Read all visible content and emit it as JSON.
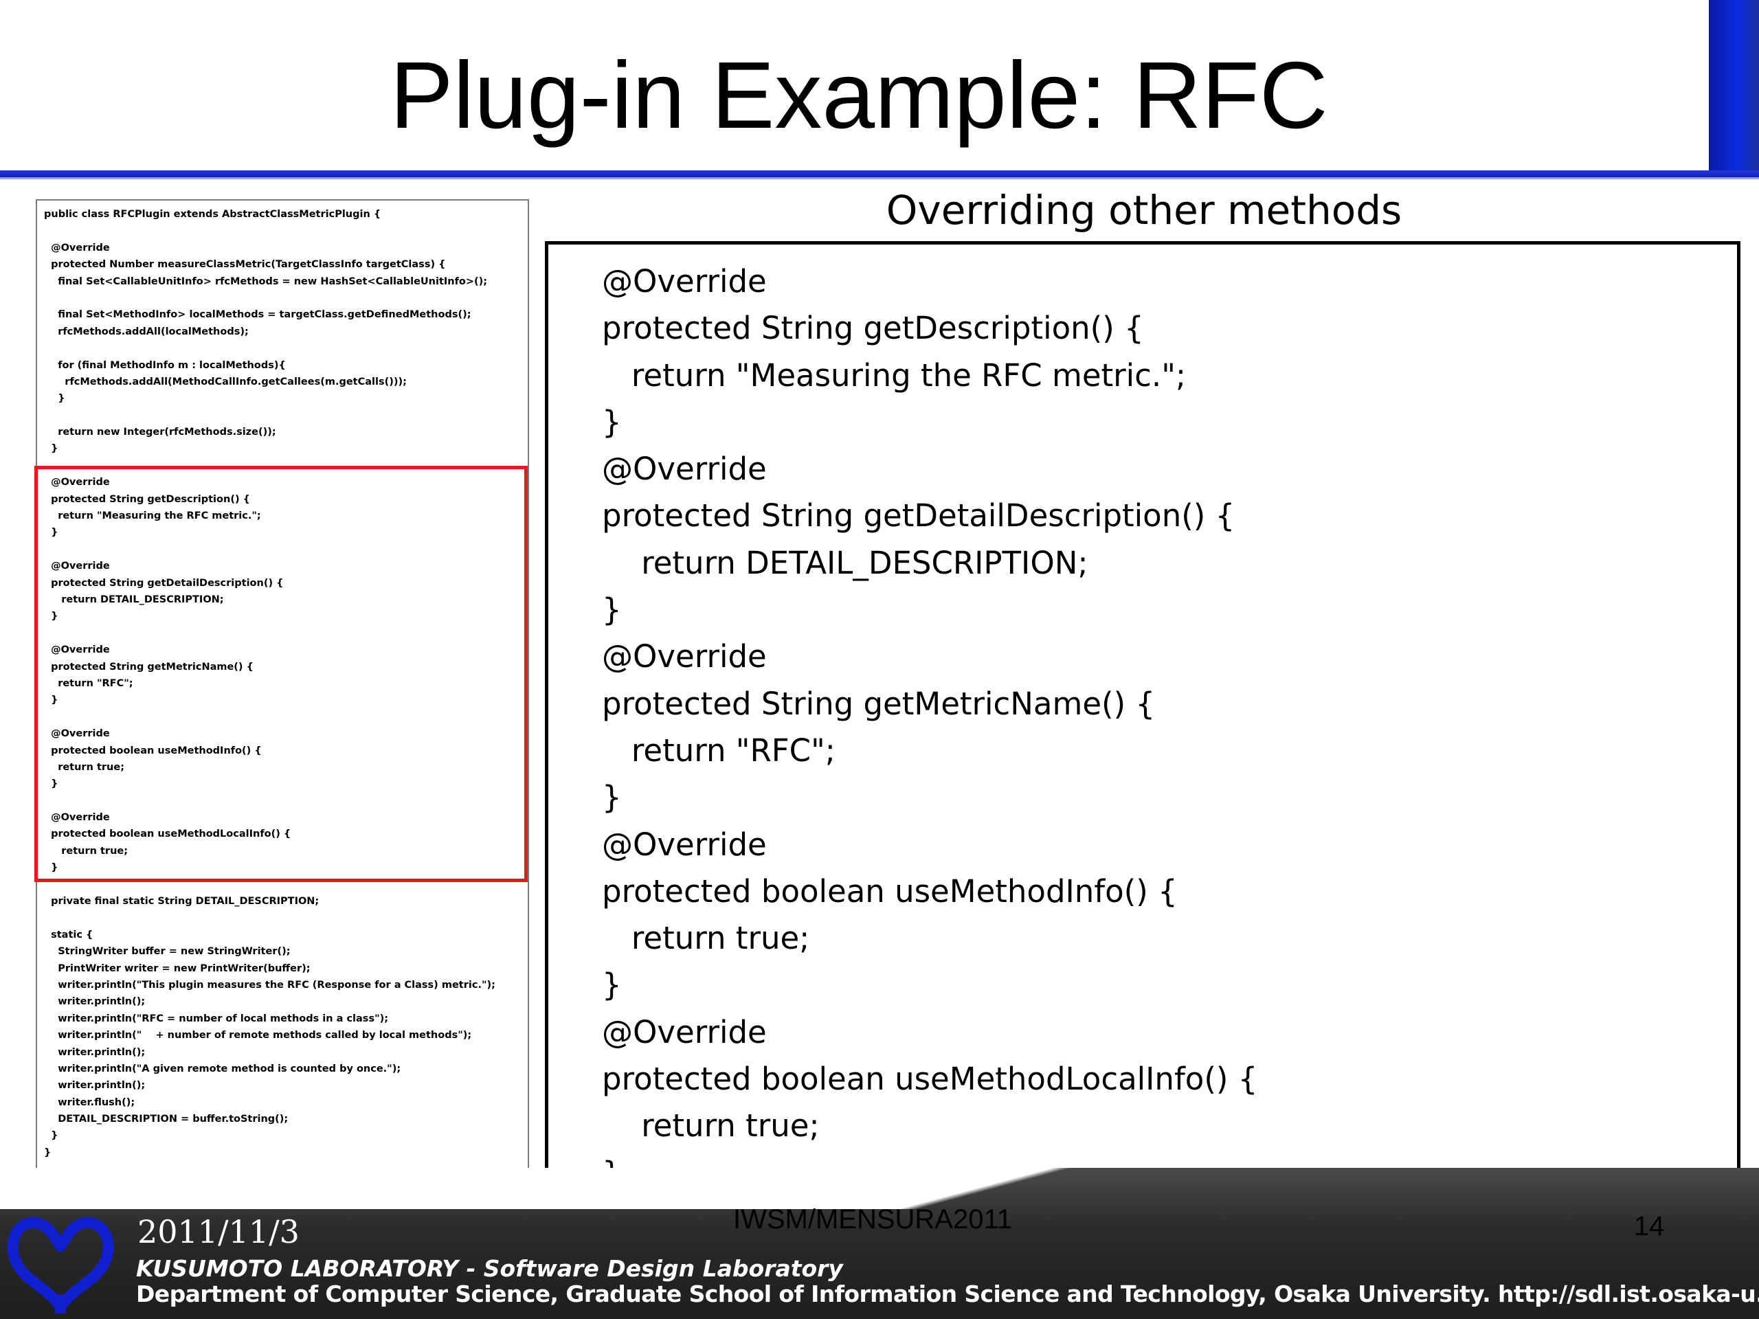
{
  "slide": {
    "title": "Plug-in Example: RFC",
    "heading": "Overriding other methods",
    "date": "2011/11/3",
    "conference": "IWSM/MENSURA2011",
    "page_number": "14",
    "lab": "KUSUMOTO LABORATORY - Software Design Laboratory",
    "department": "Department of Computer Science, Graduate School of Information Science and Technology, Osaka University.  http://sdl.ist.osaka-u.ac.jp/"
  },
  "full_code": [
    "public class RFCPlugin extends AbstractClassMetricPlugin {",
    "",
    "  @Override",
    "  protected Number measureClassMetric(TargetClassInfo targetClass) {",
    "    final Set<CallableUnitInfo> rfcMethods = new HashSet<CallableUnitInfo>();",
    "",
    "    final Set<MethodInfo> localMethods = targetClass.getDefinedMethods();",
    "    rfcMethods.addAll(localMethods);",
    "",
    "    for (final MethodInfo m : localMethods){",
    "      rfcMethods.addAll(MethodCallInfo.getCallees(m.getCalls()));",
    "    }",
    "",
    "    return new Integer(rfcMethods.size());",
    "  }",
    "",
    "  @Override",
    "  protected String getDescription() {",
    "    return \"Measuring the RFC metric.\";",
    "  }",
    "",
    "  @Override",
    "  protected String getDetailDescription() {",
    "     return DETAIL_DESCRIPTION;",
    "  }",
    "",
    "  @Override",
    "  protected String getMetricName() {",
    "    return \"RFC\";",
    "  }",
    "",
    "  @Override",
    "  protected boolean useMethodInfo() {",
    "    return true;",
    "  }",
    "",
    "  @Override",
    "  protected boolean useMethodLocalInfo() {",
    "     return true;",
    "  }",
    "",
    "  private final static String DETAIL_DESCRIPTION;",
    "",
    "  static {",
    "    StringWriter buffer = new StringWriter();",
    "    PrintWriter writer = new PrintWriter(buffer);",
    "    writer.println(\"This plugin measures the RFC (Response for a Class) metric.\");",
    "    writer.println();",
    "    writer.println(\"RFC = number of local methods in a class\");",
    "    writer.println(\"    + number of remote methods called by local methods\");",
    "    writer.println();",
    "    writer.println(\"A given remote method is counted by once.\");",
    "    writer.println();",
    "    writer.flush();",
    "    DETAIL_DESCRIPTION = buffer.toString();",
    "  }",
    "}"
  ],
  "override_code": [
    "@Override",
    "protected String getDescription() {",
    "   return \"Measuring the RFC metric.\";",
    "}",
    "@Override",
    "protected String getDetailDescription() {",
    "    return DETAIL_DESCRIPTION;",
    "}",
    "@Override",
    "protected String getMetricName() {",
    "   return \"RFC\";",
    "}",
    "@Override",
    "protected boolean useMethodInfo() {",
    "   return true;",
    "}",
    "@Override",
    "protected boolean useMethodLocalInfo() {",
    "    return true;",
    "}"
  ],
  "colors": {
    "title_rule": "#0b22b8",
    "highlight": "#e31b1b",
    "footer": "#2b2b2b",
    "logo": "#1020d0"
  }
}
